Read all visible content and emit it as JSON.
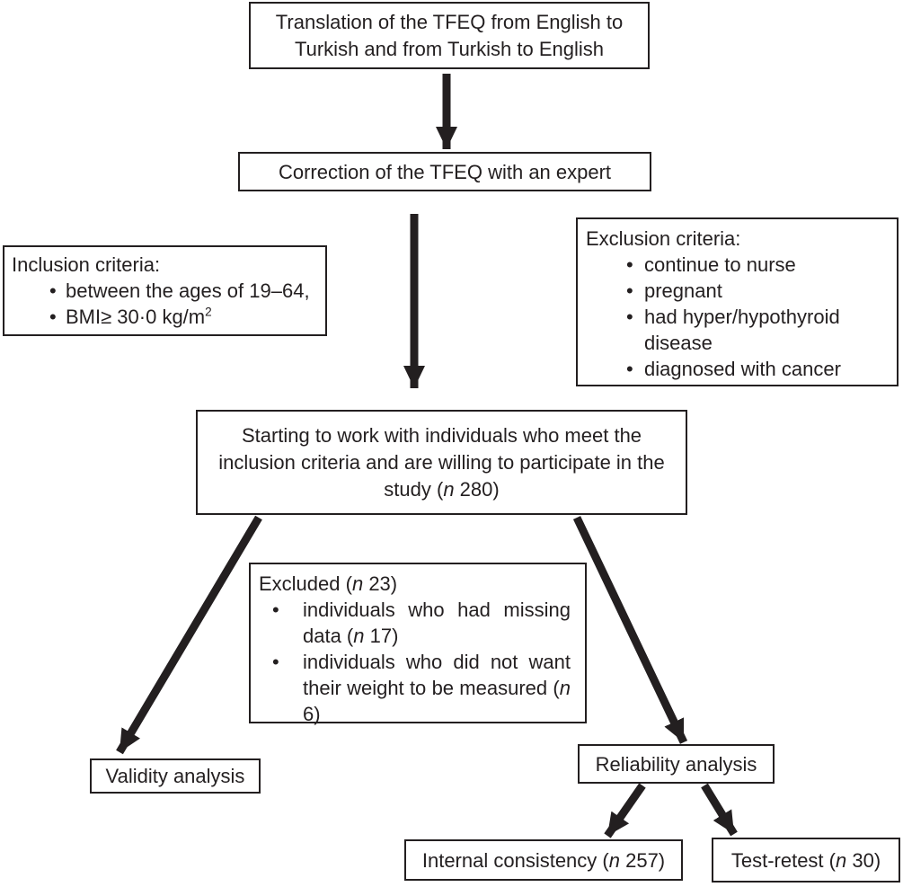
{
  "figure": {
    "colors": {
      "ink": "#231f20",
      "background": "#ffffff"
    },
    "bullet_char": "•",
    "n_label": "n",
    "nodes": {
      "translation": "Translation of the TFEQ from English to Turkish and from Turkish to English",
      "correction": "Correction of the TFEQ with an expert",
      "inclusion": {
        "title": "Inclusion criteria:",
        "bullet1": "between the ages of 19–64,",
        "bullet2_base": "BMI≥ 30·0 kg/m",
        "bullet2_sup": "2"
      },
      "exclusion": {
        "title": "Exclusion criteria:",
        "bullet1": "continue to nurse",
        "bullet2": "pregnant",
        "bullet3": "had hyper/hypothyroid disease",
        "bullet4": "diagnosed with cancer"
      },
      "starting": {
        "text_pre": "Starting to work with individuals who meet the inclusion criteria and are willing to participate in the study (",
        "count_post": " 280)"
      },
      "excluded": {
        "title_pre": "Excluded (",
        "title_post": " 23)",
        "bullet1_pre": "individuals who had missing data (",
        "bullet1_post": " 17)",
        "bullet2_pre": "individuals who did not want their weight to be measured (",
        "bullet2_post": " 6)"
      },
      "validity": "Validity analysis",
      "reliability": "Reliability analysis",
      "internal": {
        "text_pre": "Internal consistency (",
        "count_post": " 257)"
      },
      "testretest": {
        "text_pre": "Test-retest (",
        "count_post": " 30)"
      }
    }
  }
}
